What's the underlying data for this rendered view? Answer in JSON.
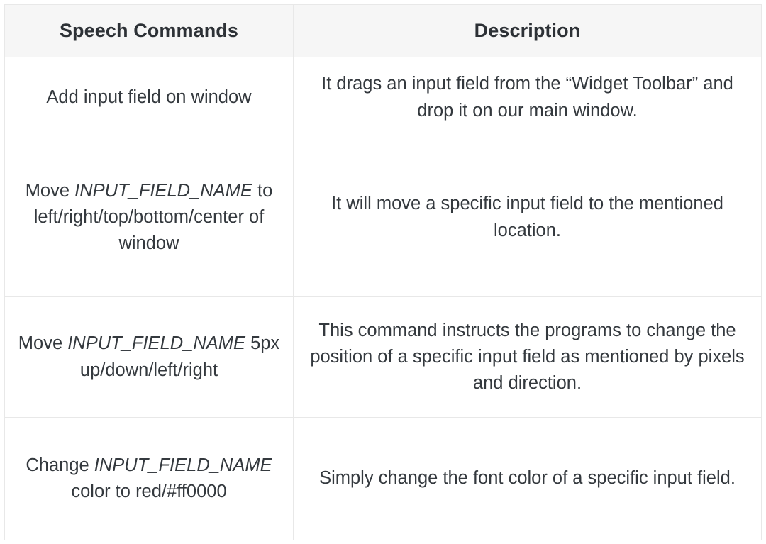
{
  "table": {
    "headers": {
      "command": "Speech Commands",
      "description": "Description"
    },
    "rows": [
      {
        "command_text": "Add input field on window",
        "command_lines": [
          {
            "text": "Add input field on window",
            "italic": false
          }
        ],
        "description": "It drags an input field from the “Widget Toolbar” and drop it on our main window."
      },
      {
        "command_text": "Move INPUT_FIELD_NAME to left/right/top/bottom/center of window",
        "command_lines": [
          {
            "text": "Move ",
            "italic": false
          },
          {
            "text": "INPUT_FIELD_NAME",
            "italic": true
          },
          {
            "text": " to left/right/top/bottom/center of window",
            "italic": false
          }
        ],
        "description": "It will move a specific input field to the mentioned location."
      },
      {
        "command_text": "Move INPUT_FIELD_NAME 5px up/down/left/right",
        "command_lines": [
          {
            "text": "Move ",
            "italic": false
          },
          {
            "text": "INPUT_FIELD_NAME",
            "italic": true
          },
          {
            "text": " 5px up/down/left/right",
            "italic": false
          }
        ],
        "description": "This command instructs the programs to change the position of a specific input field as mentioned by pixels and direction."
      },
      {
        "command_text": "Change INPUT_FIELD_NAME color to red/#ff0000",
        "command_lines": [
          {
            "text": "Change ",
            "italic": false
          },
          {
            "text": "INPUT_FIELD_NAME",
            "italic": true
          },
          {
            "text": " color to red/#ff0000",
            "italic": false
          }
        ],
        "description": "Simply change the font color of a specific input field."
      }
    ]
  },
  "colors": {
    "header_background": "#f6f6f6",
    "border": "#e8e8e8",
    "text": "#34393e",
    "header_text": "#2d3136",
    "page_background": "#ffffff"
  }
}
